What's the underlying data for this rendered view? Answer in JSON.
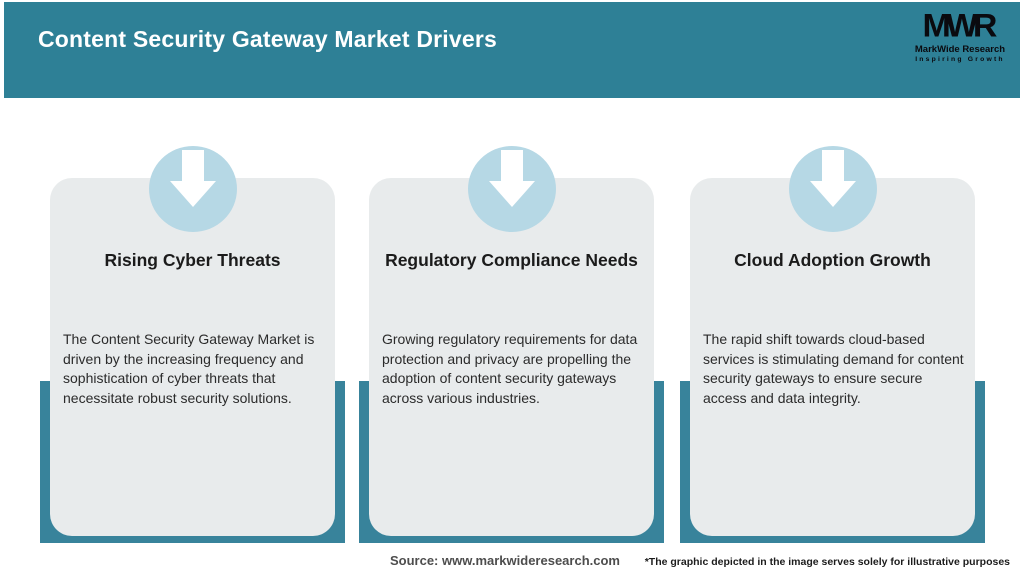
{
  "header": {
    "title": "Content Security Gateway Market Drivers",
    "logo": {
      "monogram": "MWR",
      "name": "MarkWide Research",
      "tagline": "Inspiring Growth"
    }
  },
  "cards": [
    {
      "icon": "down-arrow-icon",
      "title": "Rising Cyber Threats",
      "description": "The Content Security Gateway Market is driven by the increasing frequency and sophistication of cyber threats that necessitate robust security solutions."
    },
    {
      "icon": "down-arrow-icon",
      "title": "Regulatory Compliance Needs",
      "description": "Growing regulatory requirements for data protection and privacy are propelling the adoption of content security gateways across various industries."
    },
    {
      "icon": "down-arrow-icon",
      "title": "Cloud Adoption Growth",
      "description": "The rapid shift towards cloud-based services is stimulating demand for content security gateways to ensure secure access and data integrity."
    }
  ],
  "footer": {
    "source": "Source: www.markwideresearch.com",
    "disclaimer": "*The graphic depicted in the image serves solely for illustrative purposes"
  },
  "colors": {
    "header_teal": "#2e8096",
    "card_backing_teal": "#38839b",
    "card_bg": "#e8ebec",
    "icon_circle_bg": "#b6d8e5",
    "arrow": "#ffffff",
    "title_text": "#1b1b1b",
    "body_text": "#2b2b2b"
  }
}
